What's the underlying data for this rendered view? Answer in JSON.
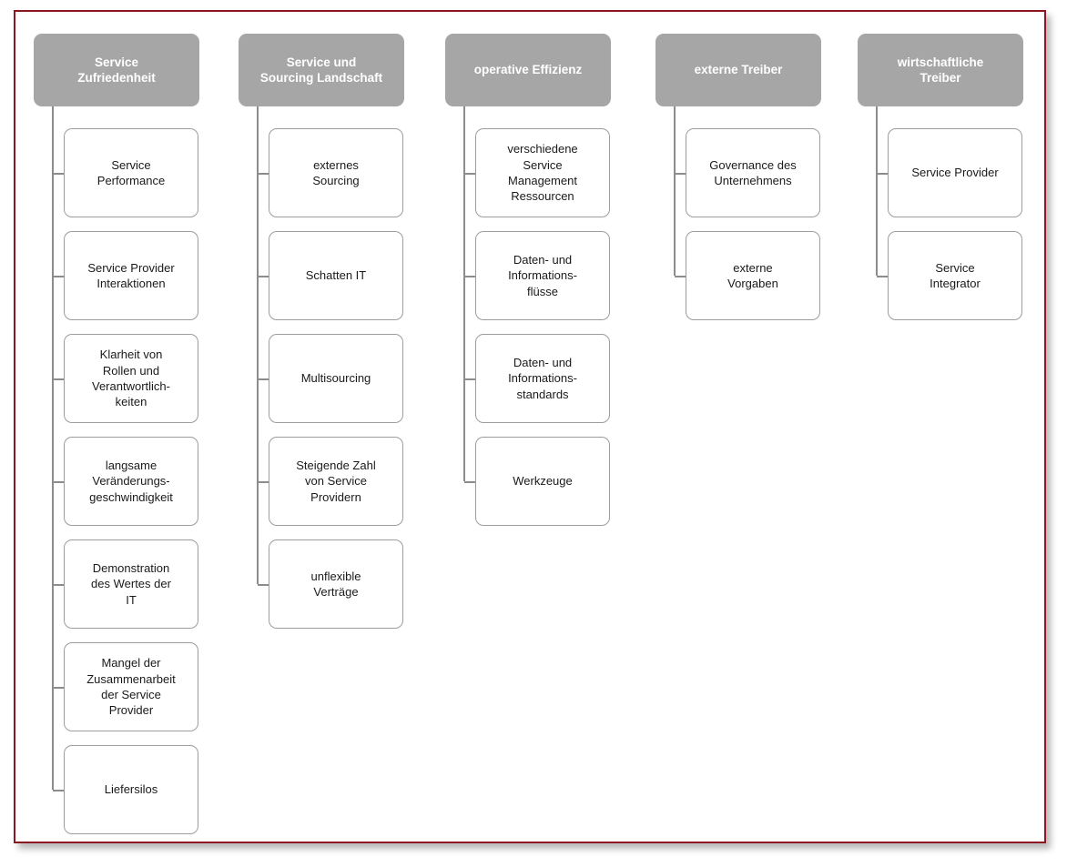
{
  "diagram": {
    "title": "Service Zufriedenheit / Service und Sourcing Landschaft / operative Effizienz / externe Treiber / wirtschaftliche Treiber",
    "type": "tree",
    "frame_border_color": "#8c1622",
    "header_fill_color": "#a6a6a6",
    "header_text_color": "#ffffff",
    "node_border_color": "#9d9d9d",
    "node_fill_color": "#ffffff",
    "connector_color": "#8c8c8c",
    "columns": [
      {
        "header": "Service Zufriedenheit",
        "header_lines": [
          "Service",
          "Zufriedenheit"
        ],
        "items": [
          {
            "label": "Service Performance",
            "lines": [
              "Service",
              "Performance"
            ]
          },
          {
            "label": "Service Provider Interaktionen",
            "lines": [
              "Service Provider",
              "Interaktionen"
            ]
          },
          {
            "label": "Klarheit von Rollen und Verantwortlichkeiten",
            "lines": [
              "Klarheit von",
              "Rollen und",
              "Verantwortlich-",
              "keiten"
            ]
          },
          {
            "label": "langsame Veränderungsgeschwindigkeit",
            "lines": [
              "langsame",
              "Veränderungs-",
              "geschwindigkeit"
            ]
          },
          {
            "label": "Demonstration des Wertes der IT",
            "lines": [
              "Demonstration",
              "des Wertes der",
              "IT"
            ]
          },
          {
            "label": "Mangel der Zusammenarbeit der Service Provider",
            "lines": [
              "Mangel der",
              "Zusammenarbeit",
              "der Service",
              "Provider"
            ]
          },
          {
            "label": "Liefersilos",
            "lines": [
              "Liefersilos"
            ]
          }
        ]
      },
      {
        "header": "Service und Sourcing Landschaft",
        "header_lines": [
          "Service und",
          "Sourcing Landschaft"
        ],
        "items": [
          {
            "label": "externes Sourcing",
            "lines": [
              "externes",
              "Sourcing"
            ]
          },
          {
            "label": "Schatten IT",
            "lines": [
              "Schatten IT"
            ]
          },
          {
            "label": "Multisourcing",
            "lines": [
              "Multisourcing"
            ]
          },
          {
            "label": "Steigende Zahl von Service Providern",
            "lines": [
              "Steigende Zahl",
              "von Service",
              "Providern"
            ]
          },
          {
            "label": "unflexible Verträge",
            "lines": [
              "unflexible",
              "Verträge"
            ]
          }
        ]
      },
      {
        "header": "operative Effizienz",
        "header_lines": [
          "operative Effizienz"
        ],
        "items": [
          {
            "label": "verschiedene Service Management Ressourcen",
            "lines": [
              "verschiedene",
              "Service",
              "Management",
              "Ressourcen"
            ]
          },
          {
            "label": "Daten- und Informationsflüsse",
            "lines": [
              "Daten- und",
              "Informations-",
              "flüsse"
            ]
          },
          {
            "label": "Daten- und Informationsstandards",
            "lines": [
              "Daten- und",
              "Informations-",
              "standards"
            ]
          },
          {
            "label": "Werkzeuge",
            "lines": [
              "Werkzeuge"
            ]
          }
        ]
      },
      {
        "header": "externe Treiber",
        "header_lines": [
          "externe Treiber"
        ],
        "items": [
          {
            "label": "Governance des Unternehmens",
            "lines": [
              "Governance des",
              "Unternehmens"
            ]
          },
          {
            "label": "externe Vorgaben",
            "lines": [
              "externe",
              "Vorgaben"
            ]
          }
        ]
      },
      {
        "header": "wirtschaftliche Treiber",
        "header_lines": [
          "wirtschaftliche",
          "Treiber"
        ],
        "items": [
          {
            "label": "Service Provider",
            "lines": [
              "Service Provider"
            ]
          },
          {
            "label": "Service Integrator",
            "lines": [
              "Service",
              "Integrator"
            ]
          }
        ]
      }
    ]
  }
}
